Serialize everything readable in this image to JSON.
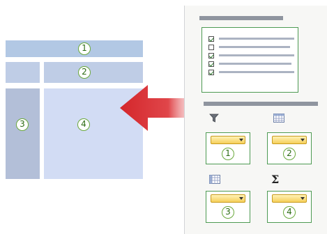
{
  "diagram": {
    "layout_numbers": {
      "row_labels": "1",
      "column_labels": "2",
      "report_filter": "3",
      "values": "4"
    },
    "area_numbers": {
      "report_filter": "1",
      "column_labels": "2",
      "row_labels": "3",
      "values": "4"
    },
    "field_list": {
      "checkbox_states": [
        true,
        false,
        true,
        true,
        true
      ]
    },
    "icons": {
      "filter": "filter-funnel-icon",
      "columns": "column-grid-icon",
      "rows": "row-grid-icon",
      "values": "sigma-icon"
    },
    "values_symbol": "Σ",
    "colors": {
      "arrow": "#d4262b",
      "badge_border": "#6aa83c",
      "dropdown": "#f6cf5a"
    }
  }
}
